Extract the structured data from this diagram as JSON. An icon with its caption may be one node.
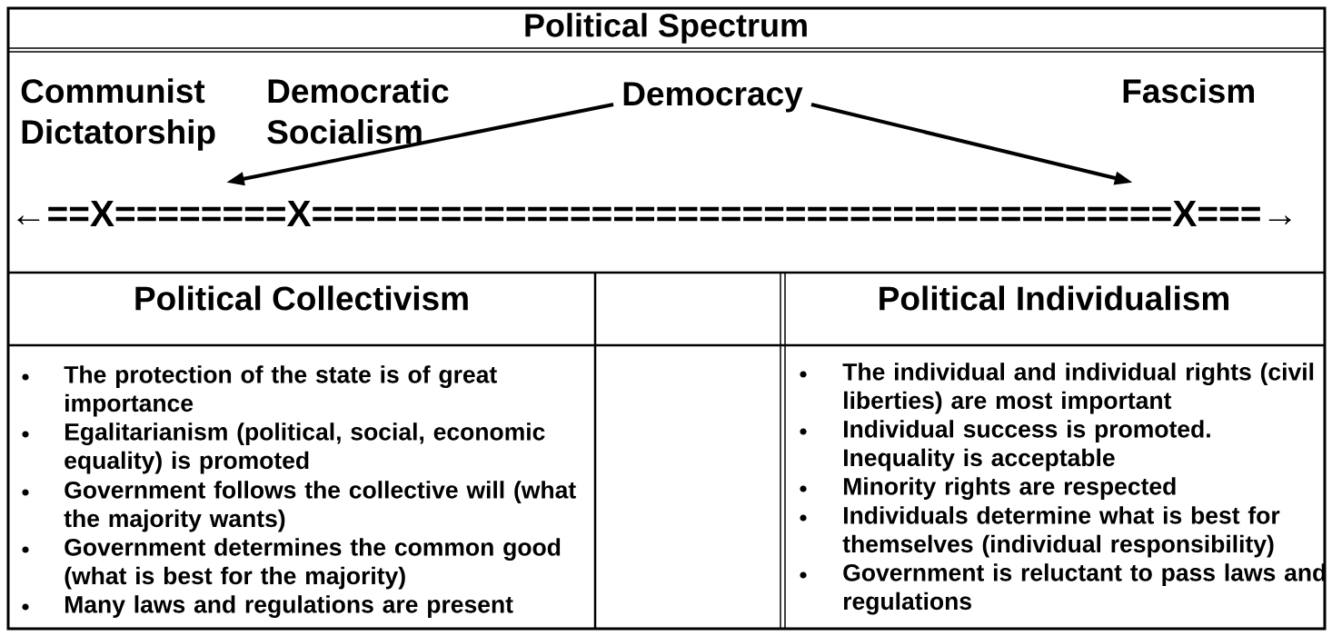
{
  "diagram": {
    "title": "Political Spectrum",
    "nodes": [
      {
        "text": [
          "Democracy"
        ]
      },
      {
        "text": [
          "←==X========X========================================X===→"
        ]
      }
    ],
    "edges": [
      {
        "from": 0,
        "to": 1,
        "arrow": "to"
      },
      {
        "from": 0,
        "to": 1,
        "arrow": "to"
      }
    ],
    "labels": [
      "Communist Dictatorship",
      "Democratic Socialism",
      "Fascism",
      "Political Collectivism",
      "Political Individualism",
      "The protection of the state is of great importance",
      "Egalitarianism (political, social, economic equality) is promoted",
      "Government follows the collective will (what the majority wants)",
      "Government determines the common good (what is best for the majority)",
      "Many laws and regulations are present",
      "The individual and individual rights (civil liberties) are most important",
      "Individual success is promoted. Inequality is acceptable",
      "Minority rights are respected",
      "Individuals determine what is best for themselves (individual responsibility)",
      "Government  is reluctant to pass laws and regulations"
    ]
  }
}
